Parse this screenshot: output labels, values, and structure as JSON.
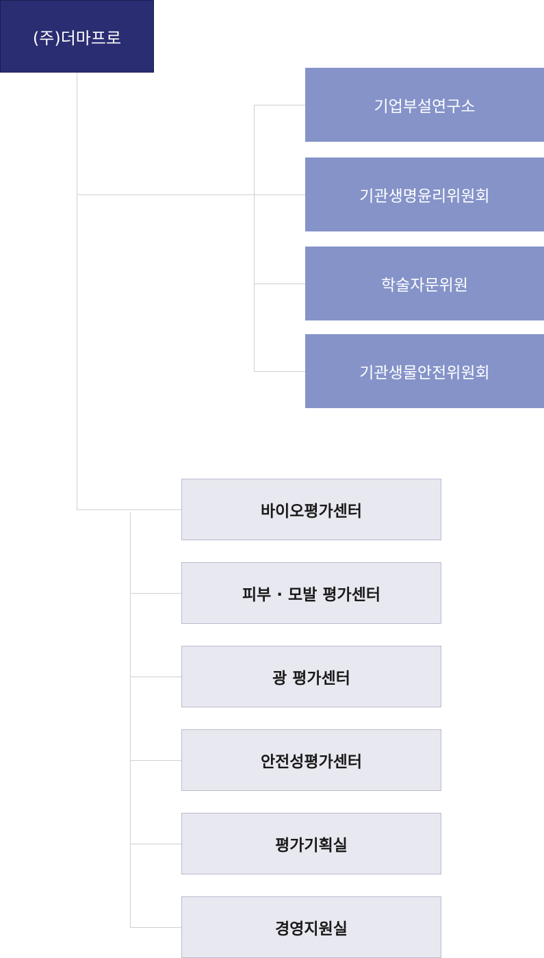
{
  "root": {
    "label": "(주)더마프로"
  },
  "committees": [
    {
      "label": "기업부설연구소"
    },
    {
      "label": "기관생명윤리위원회"
    },
    {
      "label": "학술자문위원"
    },
    {
      "label": "기관생물안전위원회"
    }
  ],
  "centers": [
    {
      "label": "바이오평가센터"
    },
    {
      "label": "피부 · 모발 평가센터"
    },
    {
      "label": "광 평가센터"
    },
    {
      "label": "안전성평가센터"
    },
    {
      "label": "평가기획실"
    },
    {
      "label": "경영지원실"
    }
  ],
  "colors": {
    "root": "#2b2d72",
    "committee": "#8593c9",
    "center": "#e8e8f0",
    "connector": "#cfcfcf"
  }
}
